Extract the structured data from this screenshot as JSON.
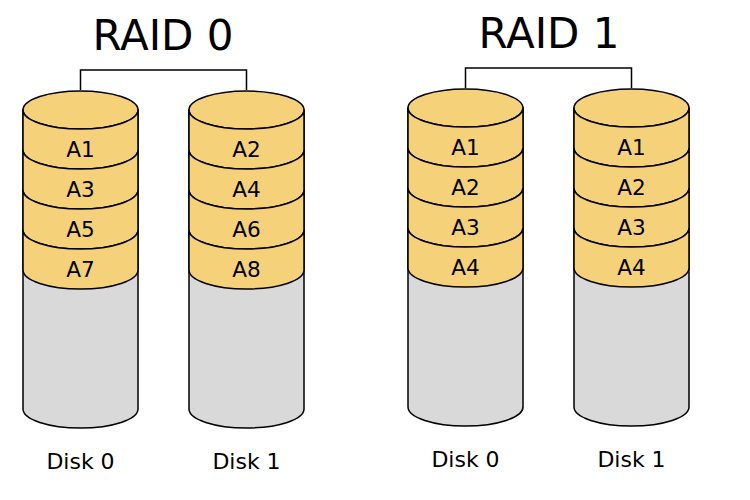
{
  "diagram": {
    "nodes": [
      {
        "text": [
          "Disk 0"
        ]
      },
      {
        "text": [
          "A1"
        ],
        "in": 0
      },
      {
        "text": [
          "A3"
        ],
        "in": 0
      },
      {
        "text": [
          "A5"
        ],
        "in": 0
      },
      {
        "text": [
          "A7"
        ],
        "in": 0
      },
      {
        "text": [
          "Disk 1"
        ]
      },
      {
        "text": [
          "A2"
        ],
        "in": 5
      },
      {
        "text": [
          "A4"
        ],
        "in": 5
      },
      {
        "text": [
          "A6"
        ],
        "in": 5
      },
      {
        "text": [
          "A8"
        ],
        "in": 5
      },
      {
        "text": [
          "Disk 0"
        ]
      },
      {
        "text": [
          "A1"
        ],
        "in": 10
      },
      {
        "text": [
          "A2"
        ],
        "in": 10
      },
      {
        "text": [
          "A3"
        ],
        "in": 10
      },
      {
        "text": [
          "A4"
        ],
        "in": 10
      },
      {
        "text": [
          "Disk 1"
        ]
      },
      {
        "text": [
          "A1"
        ],
        "in": 15
      },
      {
        "text": [
          "A2"
        ],
        "in": 15
      },
      {
        "text": [
          "A3"
        ],
        "in": 15
      },
      {
        "text": [
          "A4"
        ],
        "in": 15
      }
    ],
    "edges": [
      {
        "from": 0,
        "to": 5,
        "arrow": "none"
      },
      {
        "from": 10,
        "to": 15,
        "arrow": "none"
      }
    ],
    "labels": [
      "RAID 0",
      "RAID 1"
    ]
  }
}
